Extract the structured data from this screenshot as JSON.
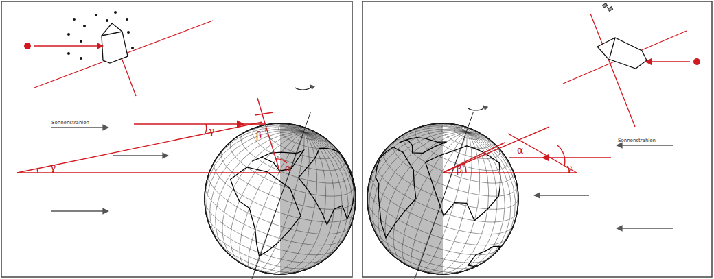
{
  "diagram": {
    "labels": [
      "Sonnenstrahlen",
      "γ",
      "γ",
      "β",
      "α",
      "Sonnenstrahlen",
      "β",
      "α",
      "γ"
    ]
  }
}
